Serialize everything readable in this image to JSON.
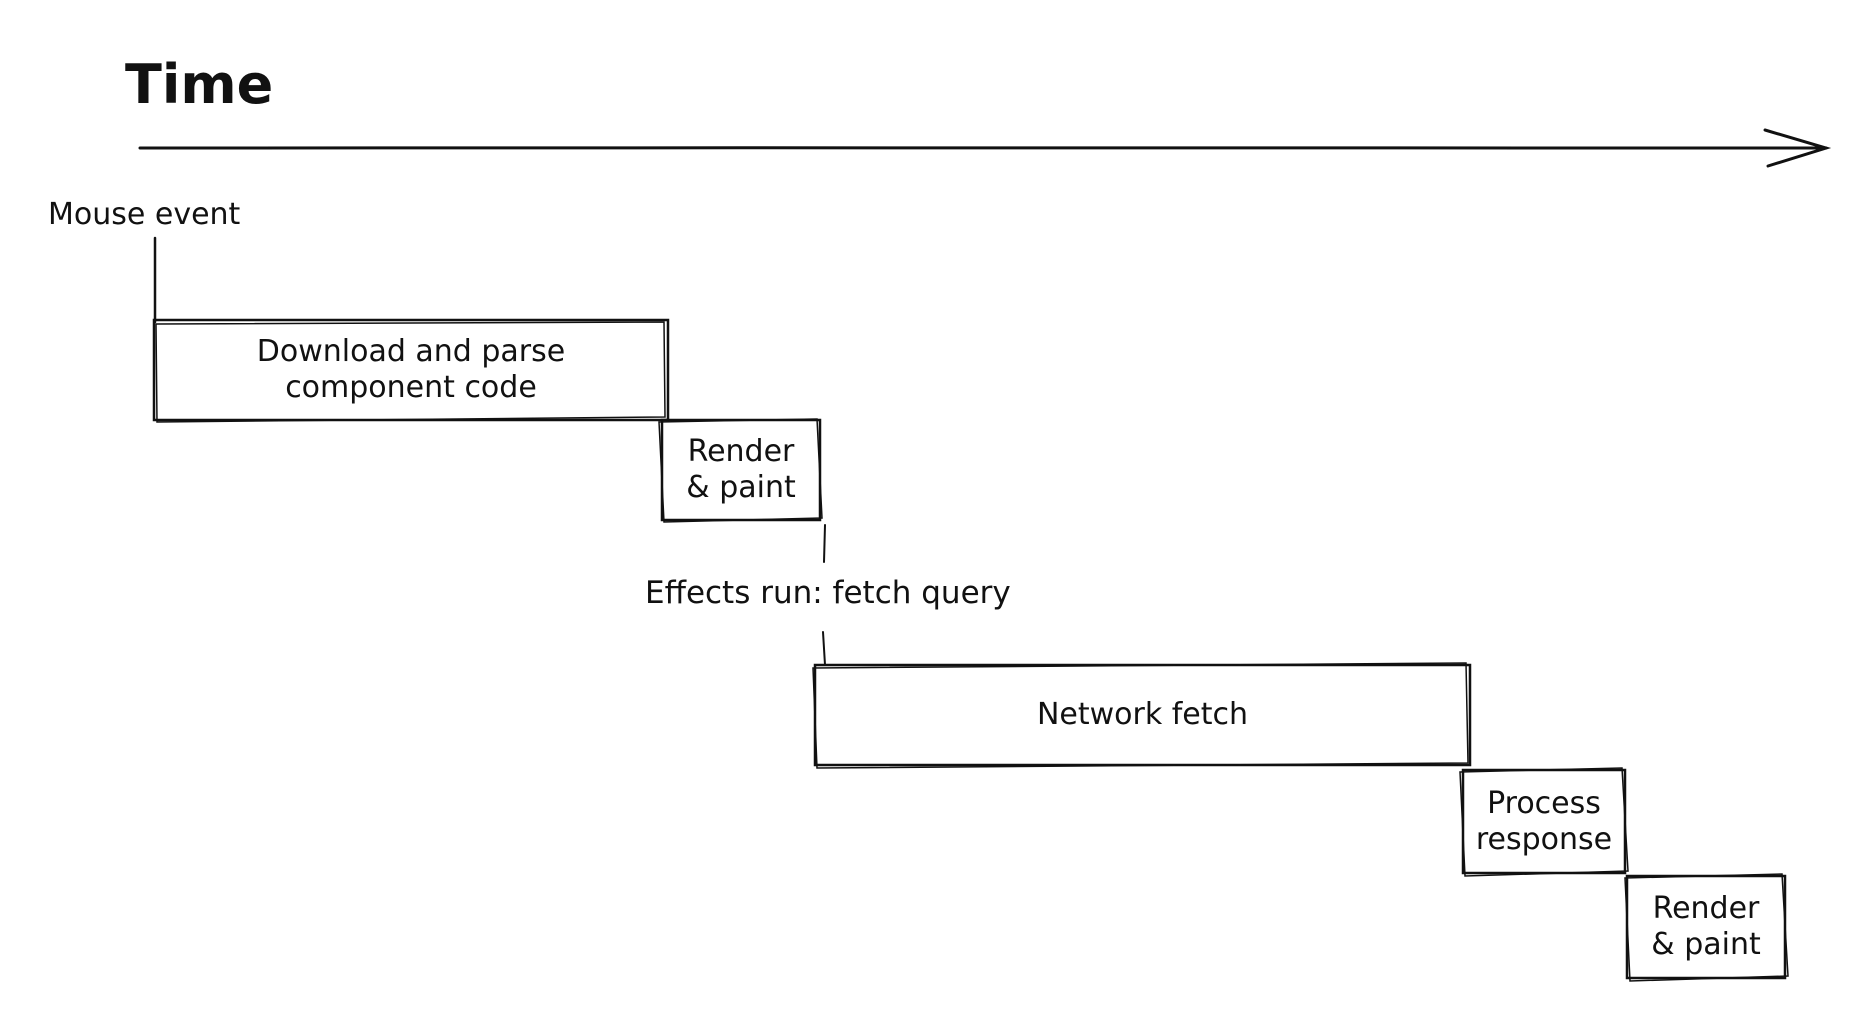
{
  "axis": {
    "title": "Time"
  },
  "events": {
    "mouse_event": "Mouse event",
    "effects_run": "Effects run: fetch query"
  },
  "steps": [
    {
      "label": "Download and parse\ncomponent code"
    },
    {
      "label": "Render\n& paint"
    },
    {
      "label": "Network fetch"
    },
    {
      "label": "Process\nresponse"
    },
    {
      "label": "Render\n& paint"
    }
  ],
  "colors": {
    "ink": "#111111",
    "background": "#ffffff"
  }
}
